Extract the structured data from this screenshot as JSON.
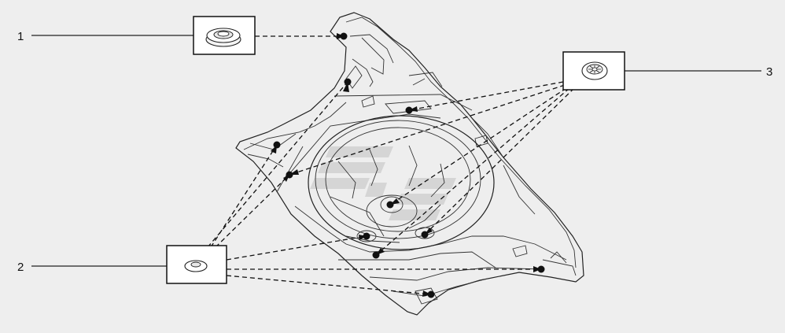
{
  "diagram": {
    "callouts": [
      {
        "number": "1",
        "part_icon": "grommet-large-icon"
      },
      {
        "number": "2",
        "part_icon": "grommet-small-icon"
      },
      {
        "number": "3",
        "part_icon": "plug-cap-icon"
      }
    ],
    "watermark_icon": "wrench-logo-watermark"
  }
}
